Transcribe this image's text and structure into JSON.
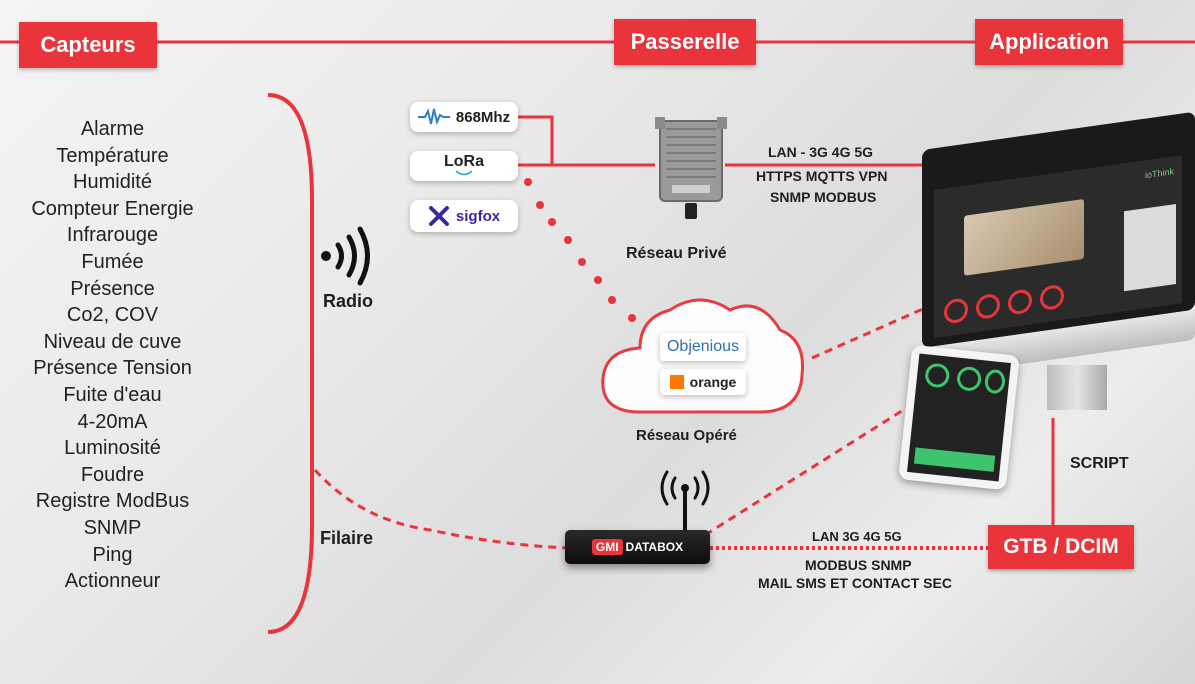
{
  "headers": {
    "capteurs": "Capteurs",
    "passerelle": "Passerelle",
    "application": "Application"
  },
  "sensors": [
    "Alarme",
    "Température",
    "Humidité",
    "Compteur Energie",
    "Infrarouge",
    "Fumée",
    "Présence",
    "Co2, COV",
    "Niveau de cuve",
    "Présence Tension",
    "Fuite d'eau",
    "4-20mA",
    "Luminosité",
    "Foudre",
    "Registre ModBus",
    "SNMP",
    "Ping",
    "Actionneur"
  ],
  "links": {
    "radio": "Radio",
    "filaire": "Filaire"
  },
  "radio_protocols": {
    "p868": "868Mhz",
    "lora": "LoRa",
    "sigfox": "sigfox"
  },
  "private_network": {
    "label": "Réseau Privé",
    "line1": "LAN - 3G 4G 5G",
    "line2": "HTTPS MQTTS VPN",
    "line3": "SNMP MODBUS"
  },
  "operated_network": {
    "label": "Réseau Opéré",
    "op1": "Objenious",
    "op2": "orange"
  },
  "databox": {
    "brand1": "GMI",
    "brand2": "DATABOX",
    "line1": "LAN 3G 4G 5G",
    "line2": "MODBUS SNMP",
    "line3": "MAIL SMS ET CONTACT SEC"
  },
  "script_label": "SCRIPT",
  "gtb": "GTB / DCIM",
  "monitor_logo": "ioThink",
  "colors": {
    "accent": "#e8343a",
    "dark": "#1e1e1e"
  }
}
